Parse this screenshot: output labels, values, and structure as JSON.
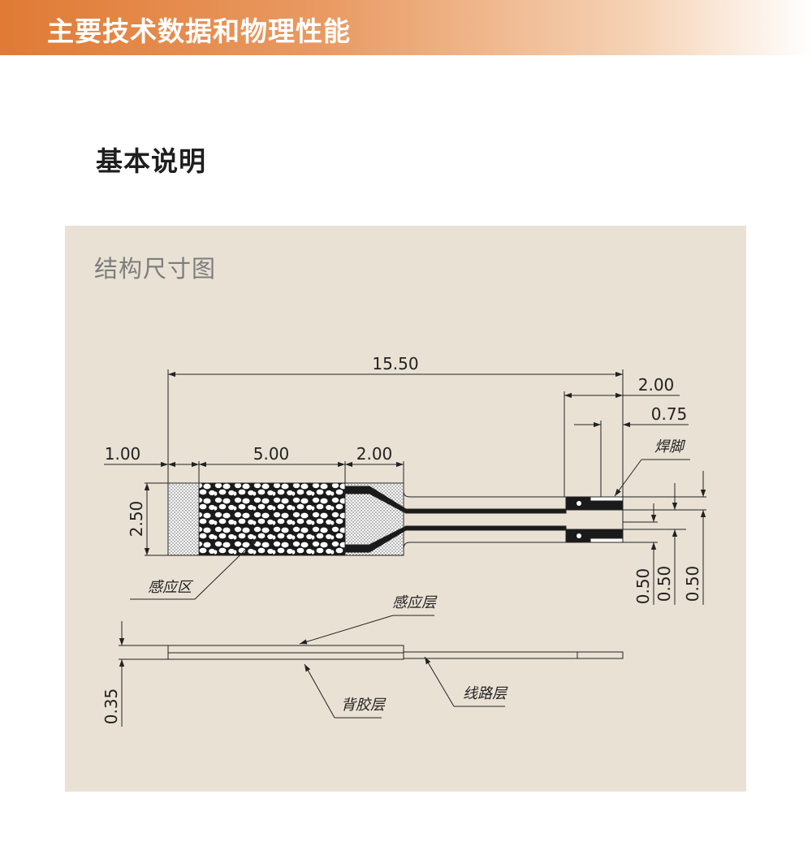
{
  "header": {
    "title": "主要技术数据和物理性能"
  },
  "section": {
    "title": "基本说明"
  },
  "panel": {
    "title": "结构尺寸图"
  },
  "diagram": {
    "dims": {
      "overall_length": "15.50",
      "solder_pad_length": "2.00",
      "solder_hole_offset": "0.75",
      "left_margin": "1.00",
      "sensing_length": "5.00",
      "transition_length": "2.00",
      "sensor_width": "2.50",
      "pad_width_1": "0.50",
      "pad_width_2": "0.50",
      "pad_width_3": "0.50",
      "thickness": "0.35"
    },
    "labels": {
      "solder_pin": "焊脚",
      "sensing_area": "感应区",
      "sensing_layer": "感应层",
      "adhesive_layer": "背胶层",
      "circuit_layer": "线路层"
    },
    "colors": {
      "line": "#222222",
      "panel": "#e9e1d4",
      "header": "#e07a35"
    }
  }
}
